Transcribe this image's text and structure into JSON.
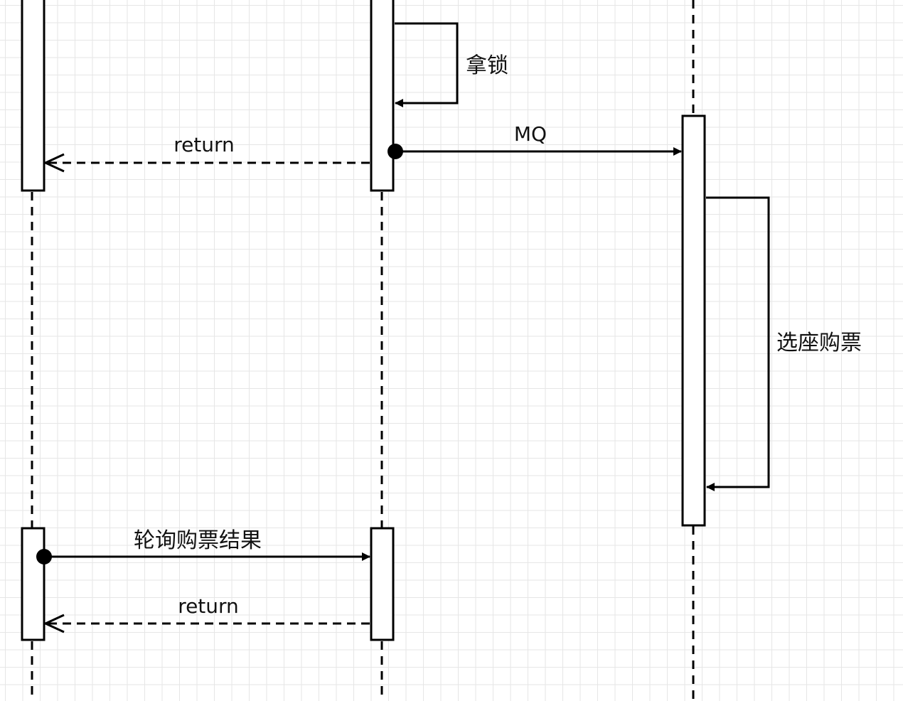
{
  "diagram": {
    "labels": {
      "grab_lock": "拿锁",
      "mq": "MQ",
      "return_1": "return",
      "select_seat": "选座购票",
      "poll_result": "轮询购票结果",
      "return_2": "return"
    }
  }
}
